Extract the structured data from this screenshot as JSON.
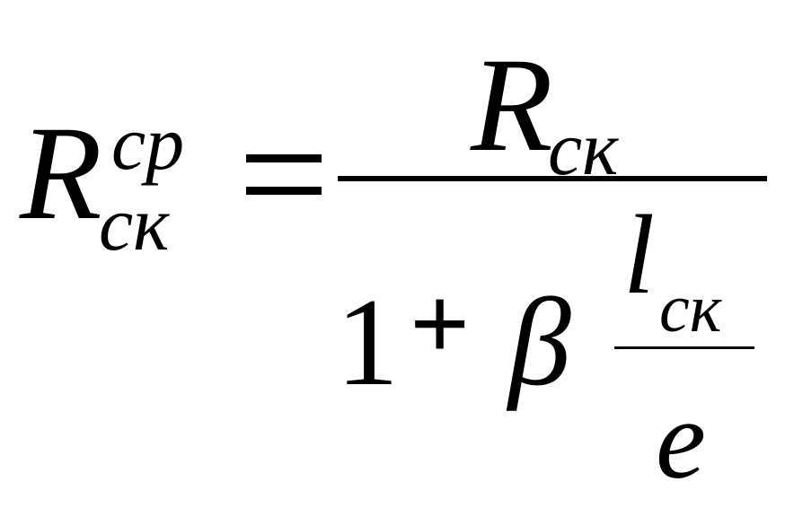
{
  "formula": {
    "lhs": {
      "base": "R",
      "superscript": "cp",
      "subscript": "ск"
    },
    "relation": "=",
    "rhs": {
      "numerator": {
        "base": "R",
        "subscript": "ск"
      },
      "denominator": {
        "constant": "1",
        "operator": "+",
        "coefficient": "β",
        "inner_fraction": {
          "numerator_base": "l",
          "numerator_subscript": "ск",
          "denominator": "e"
        }
      }
    }
  }
}
